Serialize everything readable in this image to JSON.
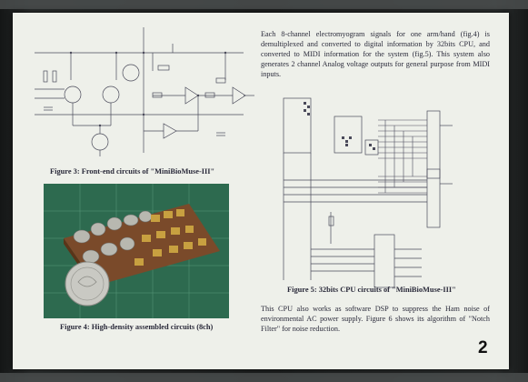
{
  "figure3": {
    "caption": "Figure 3: Front-end circuits of \"MiniBioMuse-III\""
  },
  "figure4": {
    "caption": "Figure 4: High-density assembled circuits (8ch)"
  },
  "figure5": {
    "caption": "Figure 5: 32bits CPU circuits of \"MiniBioMuse-III\""
  },
  "paragraph1": "Each 8-channel electromyogram signals for one arm/hand (fig.4) is demultiplexed and converted to digital information by 32bits CPU, and converted to MIDI information for the system (fig.5). This system also generates 2 channel Analog voltage outputs for general purpose from MIDI inputs.",
  "paragraph2": "This CPU also works as software DSP to suppress the Ham noise of environmental AC power supply. Figure 6 shows its algorithm of \"Notch Filter\" for noise reduction.",
  "page_number": "2",
  "colors": {
    "paper": "#eef0ea",
    "ink": "#2a2a3a",
    "background": "#1a1c1c",
    "cutting_mat": "#2d6a4f"
  }
}
